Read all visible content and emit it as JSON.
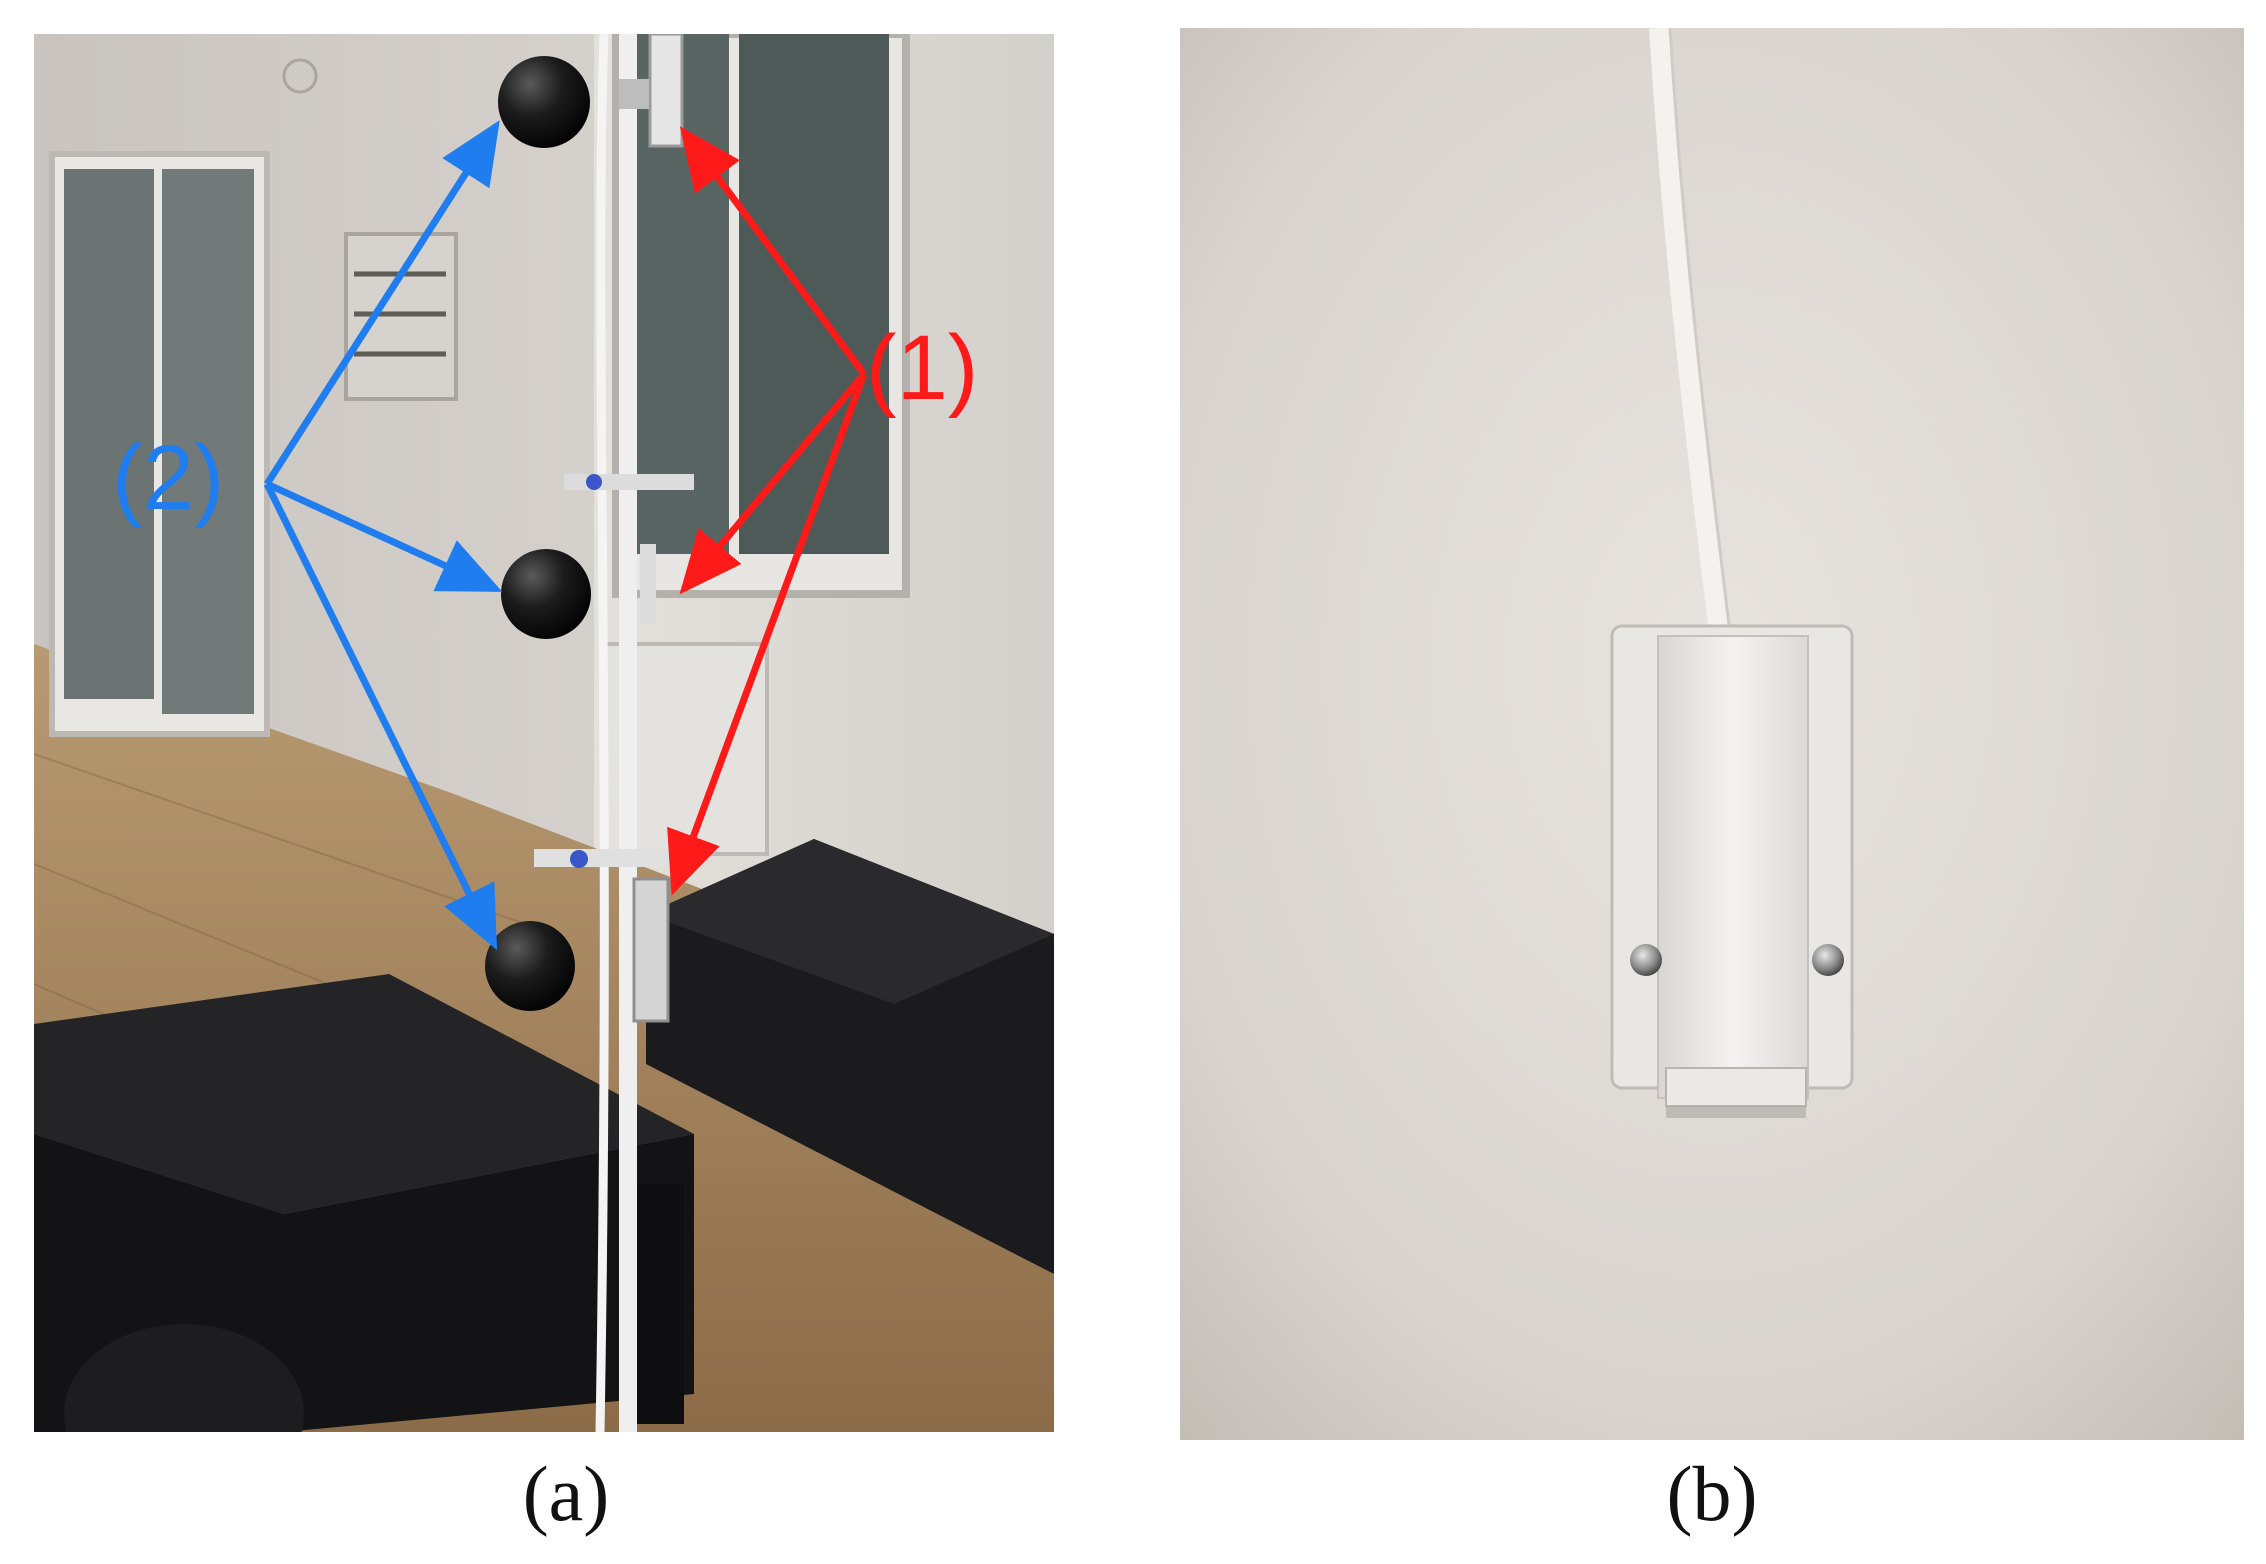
{
  "figure": {
    "panel_a": {
      "caption": "(a)",
      "label_1": "(1)",
      "label_2": "(2)",
      "label_1_color": "#ff1a1a",
      "label_2_color": "#1f7df0"
    },
    "panel_b": {
      "caption": "(b)"
    }
  }
}
